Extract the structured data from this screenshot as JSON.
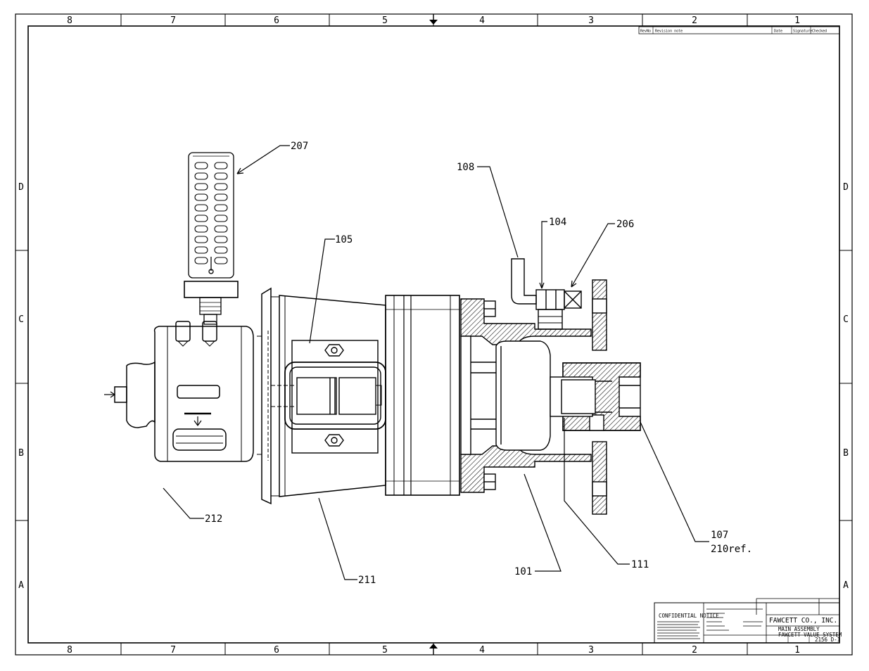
{
  "sheet": {
    "zones_top": [
      "8",
      "7",
      "6",
      "5",
      "4",
      "3",
      "2",
      "1"
    ],
    "zones_bottom": [
      "8",
      "7",
      "6",
      "5",
      "4",
      "3",
      "2",
      "1"
    ],
    "zones_left": [
      "D",
      "C",
      "B",
      "A"
    ],
    "zones_right": [
      "D",
      "C",
      "B",
      "A"
    ]
  },
  "revision_block": {
    "rev_label": "RevNo",
    "notes_label": "Revision note",
    "date_label": "Date",
    "signature_label": "Signature",
    "checked_label": "Checked"
  },
  "callouts": {
    "c207": "207",
    "c105": "105",
    "c108": "108",
    "c104": "104",
    "c206": "206",
    "c212": "212",
    "c211": "211",
    "c101": "101",
    "c111": "111",
    "c107": "107",
    "c210ref": "210ref."
  },
  "title_block": {
    "confidential": "CONFIDENTIAL NOTICE",
    "company": "FAWCETT CO., INC.",
    "title_line1": "MAIN ASSEMBLY",
    "title_line2": "FAWCETT VALUE SYSTEM",
    "drawing_no": "2156 D-1"
  }
}
